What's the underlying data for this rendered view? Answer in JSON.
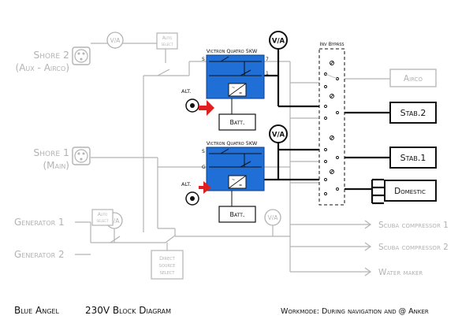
{
  "sources": {
    "shore2_line1": "Shore 2",
    "shore2_line2": "(Aux - Airco)",
    "shore1_line1": "Shore 1",
    "shore1_line2": "(Main)",
    "generator1": "Generator 1",
    "generator2": "Generator 2"
  },
  "meters": {
    "va": "V/A"
  },
  "switches": {
    "auto_select_line1": "Auto",
    "auto_select_line2": "select",
    "direct_line1": "Direct",
    "direct_line2": "source",
    "direct_line3": "select"
  },
  "inverters": {
    "top_title": "Victron Quatro 5KW",
    "bottom_title": "Victron Quatro 5KW",
    "battery": "Batt.",
    "alternator": "ALT.",
    "terminal_s": "S",
    "terminal_g": "G",
    "terminal_7": "7",
    "terminal_1": "1"
  },
  "bypass": {
    "title": "Inv Bypass"
  },
  "outputs": {
    "airco": "Airco",
    "stab2": "Stab.2",
    "stab1": "Stab.1",
    "domestic": "Domestic",
    "scuba1": "Scuba compressor 1",
    "scuba2": "Scuba compressor 2",
    "water_maker": "Water maker"
  },
  "footer": {
    "boat_name": "Blue Angel",
    "diagram_title": "230V Block Diagram",
    "workmode": "Workmode: During navigation and @ Anker"
  },
  "colors": {
    "inactive": "#b3b3b3",
    "active": "#111111",
    "inverter_fill": "#1f6fd6",
    "alternator_arrow": "#e02020"
  }
}
